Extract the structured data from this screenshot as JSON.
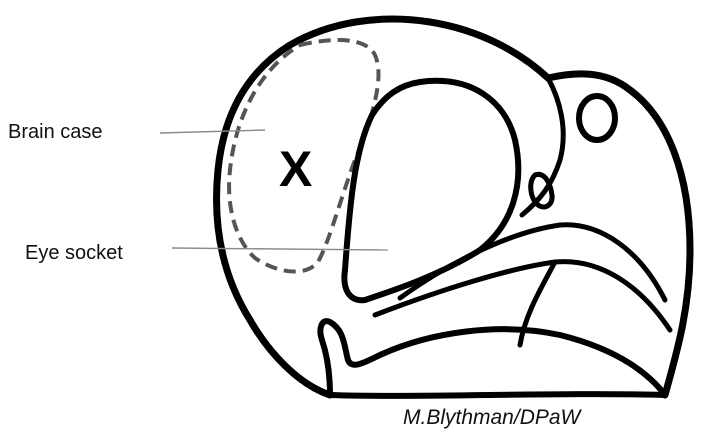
{
  "diagram": {
    "labels": {
      "brain_case": "Brain case",
      "eye_socket": "Eye socket"
    },
    "marker": "X",
    "credit": "M.Blythman/DPaW",
    "colors": {
      "outline": "#000000",
      "leader_line": "#8a8a8a",
      "dashed_region": "#555555",
      "background": "#ffffff"
    }
  }
}
